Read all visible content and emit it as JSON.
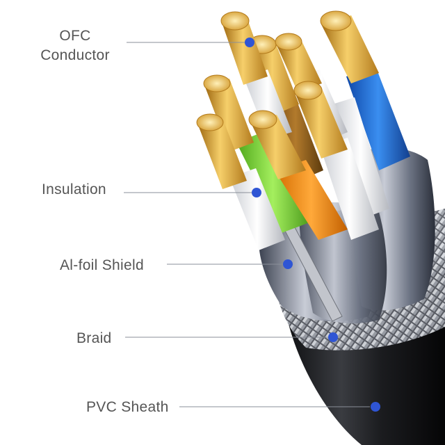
{
  "labels": {
    "conductor_line1": "OFC",
    "conductor_line2": "Conductor",
    "insulation": "Insulation",
    "foil": "Al-foil Shield",
    "braid": "Braid",
    "sheath": "PVC Sheath"
  },
  "colors": {
    "marker": "#2f55d4",
    "leader": "#8a8f99",
    "label_text": "#555555",
    "copper": "#d9a640",
    "sheath": "#1b1c1f",
    "braid": "#a8acb4",
    "blue_insulation": "#1f6fd6",
    "orange_insulation": "#f08a12",
    "green_insulation": "#7cd63a",
    "white_insulation": "#f2f2f2",
    "brown_insulation": "#8a5a1c"
  }
}
